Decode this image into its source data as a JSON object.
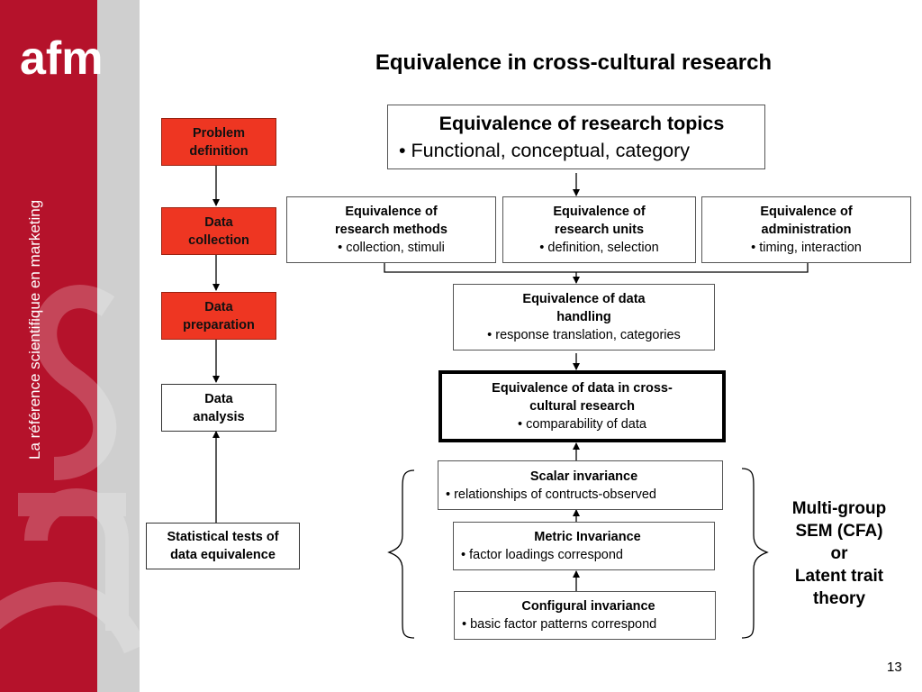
{
  "sidebar": {
    "logo": "afm",
    "tagline": "La référence scientifique en marketing",
    "colors": {
      "red": "#b5122b",
      "gray": "#c9c9c9"
    }
  },
  "title": "Equivalence in cross-cultural research",
  "process_steps": [
    {
      "label": "Problem\ndefinition",
      "style": "red"
    },
    {
      "label": "Data\ncollection",
      "style": "red"
    },
    {
      "label": "Data\npreparation",
      "style": "red"
    },
    {
      "label": "Data\nanalysis",
      "style": "white"
    }
  ],
  "statistical_tests": "Statistical tests of\ndata equivalence",
  "research_topics": {
    "title": "Equivalence of research topics",
    "bullet": "• Functional, conceptual, category"
  },
  "research_methods": {
    "title": "Equivalence of\nresearch methods",
    "bullet": "• collection, stimuli"
  },
  "research_units": {
    "title": "Equivalence  of\nresearch units",
    "bullet": "• definition, selection"
  },
  "administration": {
    "title": "Equivalence of\nadministration",
    "bullet": "• timing, interaction"
  },
  "data_handling": {
    "title": "Equivalence of data\nhandling",
    "bullet": "• response translation, categories"
  },
  "cross_cultural": {
    "title": "Equivalence of data in cross-\ncultural research",
    "bullet": "• comparability of data"
  },
  "scalar": {
    "title": "Scalar invariance",
    "bullet": "• relationships of contructs-observed"
  },
  "metric": {
    "title": "Metric Invariance",
    "bullet": "• factor loadings correspond"
  },
  "configural": {
    "title": "Configural invariance",
    "bullet": "• basic factor patterns correspond"
  },
  "multi_group": "Multi-group\nSEM (CFA)\nor\nLatent trait\ntheory",
  "page_number": "13"
}
